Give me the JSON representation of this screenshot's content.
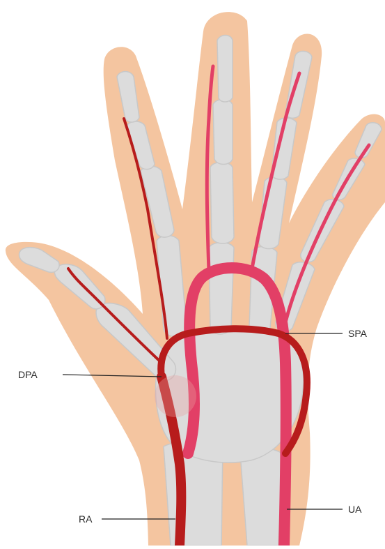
{
  "labels": {
    "spa": "SPA",
    "dpa": "DPA",
    "ra": "RA",
    "ua": "UA"
  },
  "colors": {
    "skin": "#f4c5a0",
    "bone": "#dcdcdc",
    "bone_joint": "#c8c8c8",
    "deep_artery": "#b71c1c",
    "superficial_artery": "#e23f66",
    "leader_line": "#222222"
  }
}
